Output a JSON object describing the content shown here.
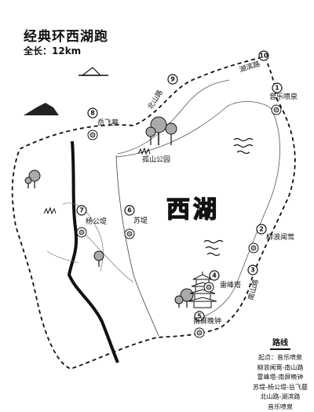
{
  "title": "经典环西湖跑",
  "subtitle": "全长：12km",
  "lake_label": "西湖",
  "stops": [
    {
      "n": "1",
      "label": "音乐喷泉"
    },
    {
      "n": "2",
      "label": "柳浪闻莺"
    },
    {
      "n": "3",
      "label": ""
    },
    {
      "n": "4",
      "label": "雷峰塔"
    },
    {
      "n": "5",
      "label": "南屏晚钟"
    },
    {
      "n": "6",
      "label": "苏堤"
    },
    {
      "n": "7",
      "label": "杨公堤"
    },
    {
      "n": "8",
      "label": "岳飞墓"
    },
    {
      "n": "9",
      "label": ""
    },
    {
      "n": "10",
      "label": ""
    }
  ],
  "roads": {
    "hubin": "湖滨路",
    "beishan": "北山路",
    "nanshan": "南山路"
  },
  "park_label": "孤山公园",
  "legend": {
    "title": "路线",
    "items": [
      "起点：音乐喷泉",
      "柳浪闻莺-南山路",
      "雷峰塔-南屏晚钟",
      "苏堤-杨公堤-岳飞墓",
      "北山路-湖滨路",
      "音乐喷泉"
    ]
  },
  "colors": {
    "ink": "#111111",
    "tree": "#aaaaaa",
    "hill": "#222222",
    "paper": "#ffffff"
  }
}
